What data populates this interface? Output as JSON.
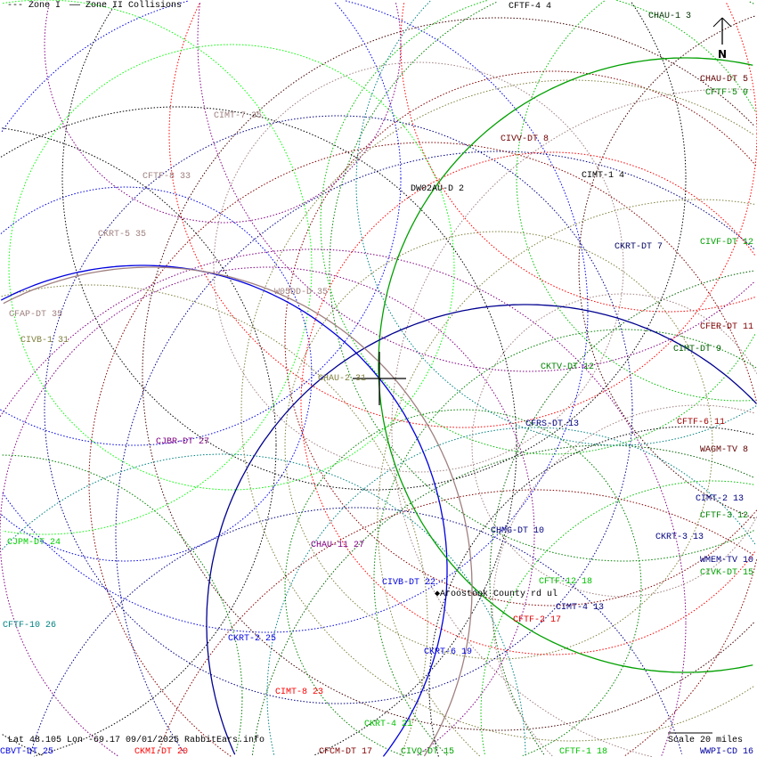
{
  "legend": {
    "zone1": "--- Zone I",
    "zone2": "—— Zone II Collisions"
  },
  "north_label": "N",
  "footer": {
    "coords": "Lat 48.105 Lon -69.17 09/01/2025 RabbitEars.info",
    "scale": "Scale 20 miles"
  },
  "location": {
    "label": "Aroostook County rd ul"
  },
  "stations": [
    {
      "label": "CFTF-4 4",
      "color": "#000000"
    },
    {
      "label": "CHAU-1 3",
      "color": "#003000"
    },
    {
      "label": "CHAU-DT 5",
      "color": "#600000"
    },
    {
      "label": "CFTF-5 9",
      "color": "#008000"
    },
    {
      "label": "CIMT-7 35",
      "color": "#a08080"
    },
    {
      "label": "CIVV-DT 8",
      "color": "#700000"
    },
    {
      "label": "CIMT-1 4",
      "color": "#000000"
    },
    {
      "label": "CFTF-8 33",
      "color": "#a08080"
    },
    {
      "label": "DW02AU-D 2",
      "color": "#000000"
    },
    {
      "label": "CKRT-5 35",
      "color": "#a08080"
    },
    {
      "label": "CKRT-DT 7",
      "color": "#000060"
    },
    {
      "label": "CIVF-DT 12",
      "color": "#00a000"
    },
    {
      "label": "W05DD-D 35",
      "color": "#a08080"
    },
    {
      "label": "CFAP-DT 35",
      "color": "#a08080"
    },
    {
      "label": "CFER-DT 11",
      "color": "#800000"
    },
    {
      "label": "CIVB-1 31",
      "color": "#808040"
    },
    {
      "label": "CIMT-DT 9",
      "color": "#006000"
    },
    {
      "label": "CHAU-2 31",
      "color": "#808040"
    },
    {
      "label": "CKTV-DT 12",
      "color": "#008000"
    },
    {
      "label": "CFRS-DT 13",
      "color": "#000080"
    },
    {
      "label": "CFTF-6 11",
      "color": "#a00000"
    },
    {
      "label": "CJBR-DT 27",
      "color": "#800080"
    },
    {
      "label": "WAGM-TV 8",
      "color": "#600000"
    },
    {
      "label": "CIMT-2 13",
      "color": "#000080"
    },
    {
      "label": "CFTF-3 12",
      "color": "#008000"
    },
    {
      "label": "CHMG-DT 10",
      "color": "#000080"
    },
    {
      "label": "CKRT-3 13",
      "color": "#000080"
    },
    {
      "label": "CJPM-DT 24",
      "color": "#00d000"
    },
    {
      "label": "CHAU-11 27",
      "color": "#800080"
    },
    {
      "label": "WMEM-TV 10",
      "color": "#000080"
    },
    {
      "label": "CIVK-DT 15",
      "color": "#00a000"
    },
    {
      "label": "CIVB-DT 22",
      "color": "#0000e0"
    },
    {
      "label": "CFTF-12 18",
      "color": "#00c000"
    },
    {
      "label": "CIMT-4 13",
      "color": "#000080"
    },
    {
      "label": "CFTF-2 17",
      "color": "#e00000"
    },
    {
      "label": "CFTF-10 26",
      "color": "#008080"
    },
    {
      "label": "CKRT-2 25",
      "color": "#0000e0"
    },
    {
      "label": "CKRT-6 19",
      "color": "#0000e0"
    },
    {
      "label": "CIMT-8 23",
      "color": "#ff0000"
    },
    {
      "label": "CKRT-4 21",
      "color": "#00c000"
    },
    {
      "label": "CBVT-DT 25",
      "color": "#0000e0"
    },
    {
      "label": "CKMI-DT 20",
      "color": "#ff0000"
    },
    {
      "label": "CFCM-DT 17",
      "color": "#800000"
    },
    {
      "label": "CIVQ-DT 15",
      "color": "#00a000"
    },
    {
      "label": "CFTF-1 18",
      "color": "#00c000"
    },
    {
      "label": "WWPI-CD 16",
      "color": "#0000a0"
    }
  ]
}
